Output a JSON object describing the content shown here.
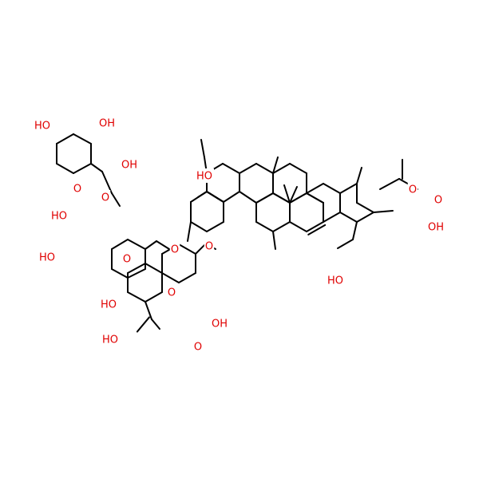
{
  "molecule": {
    "colors": {
      "bond": "#000000",
      "oxygen": "#e00000",
      "background": "#ffffff"
    },
    "labels": {
      "O": "O",
      "OH": "OH",
      "HO": "HO"
    }
  }
}
